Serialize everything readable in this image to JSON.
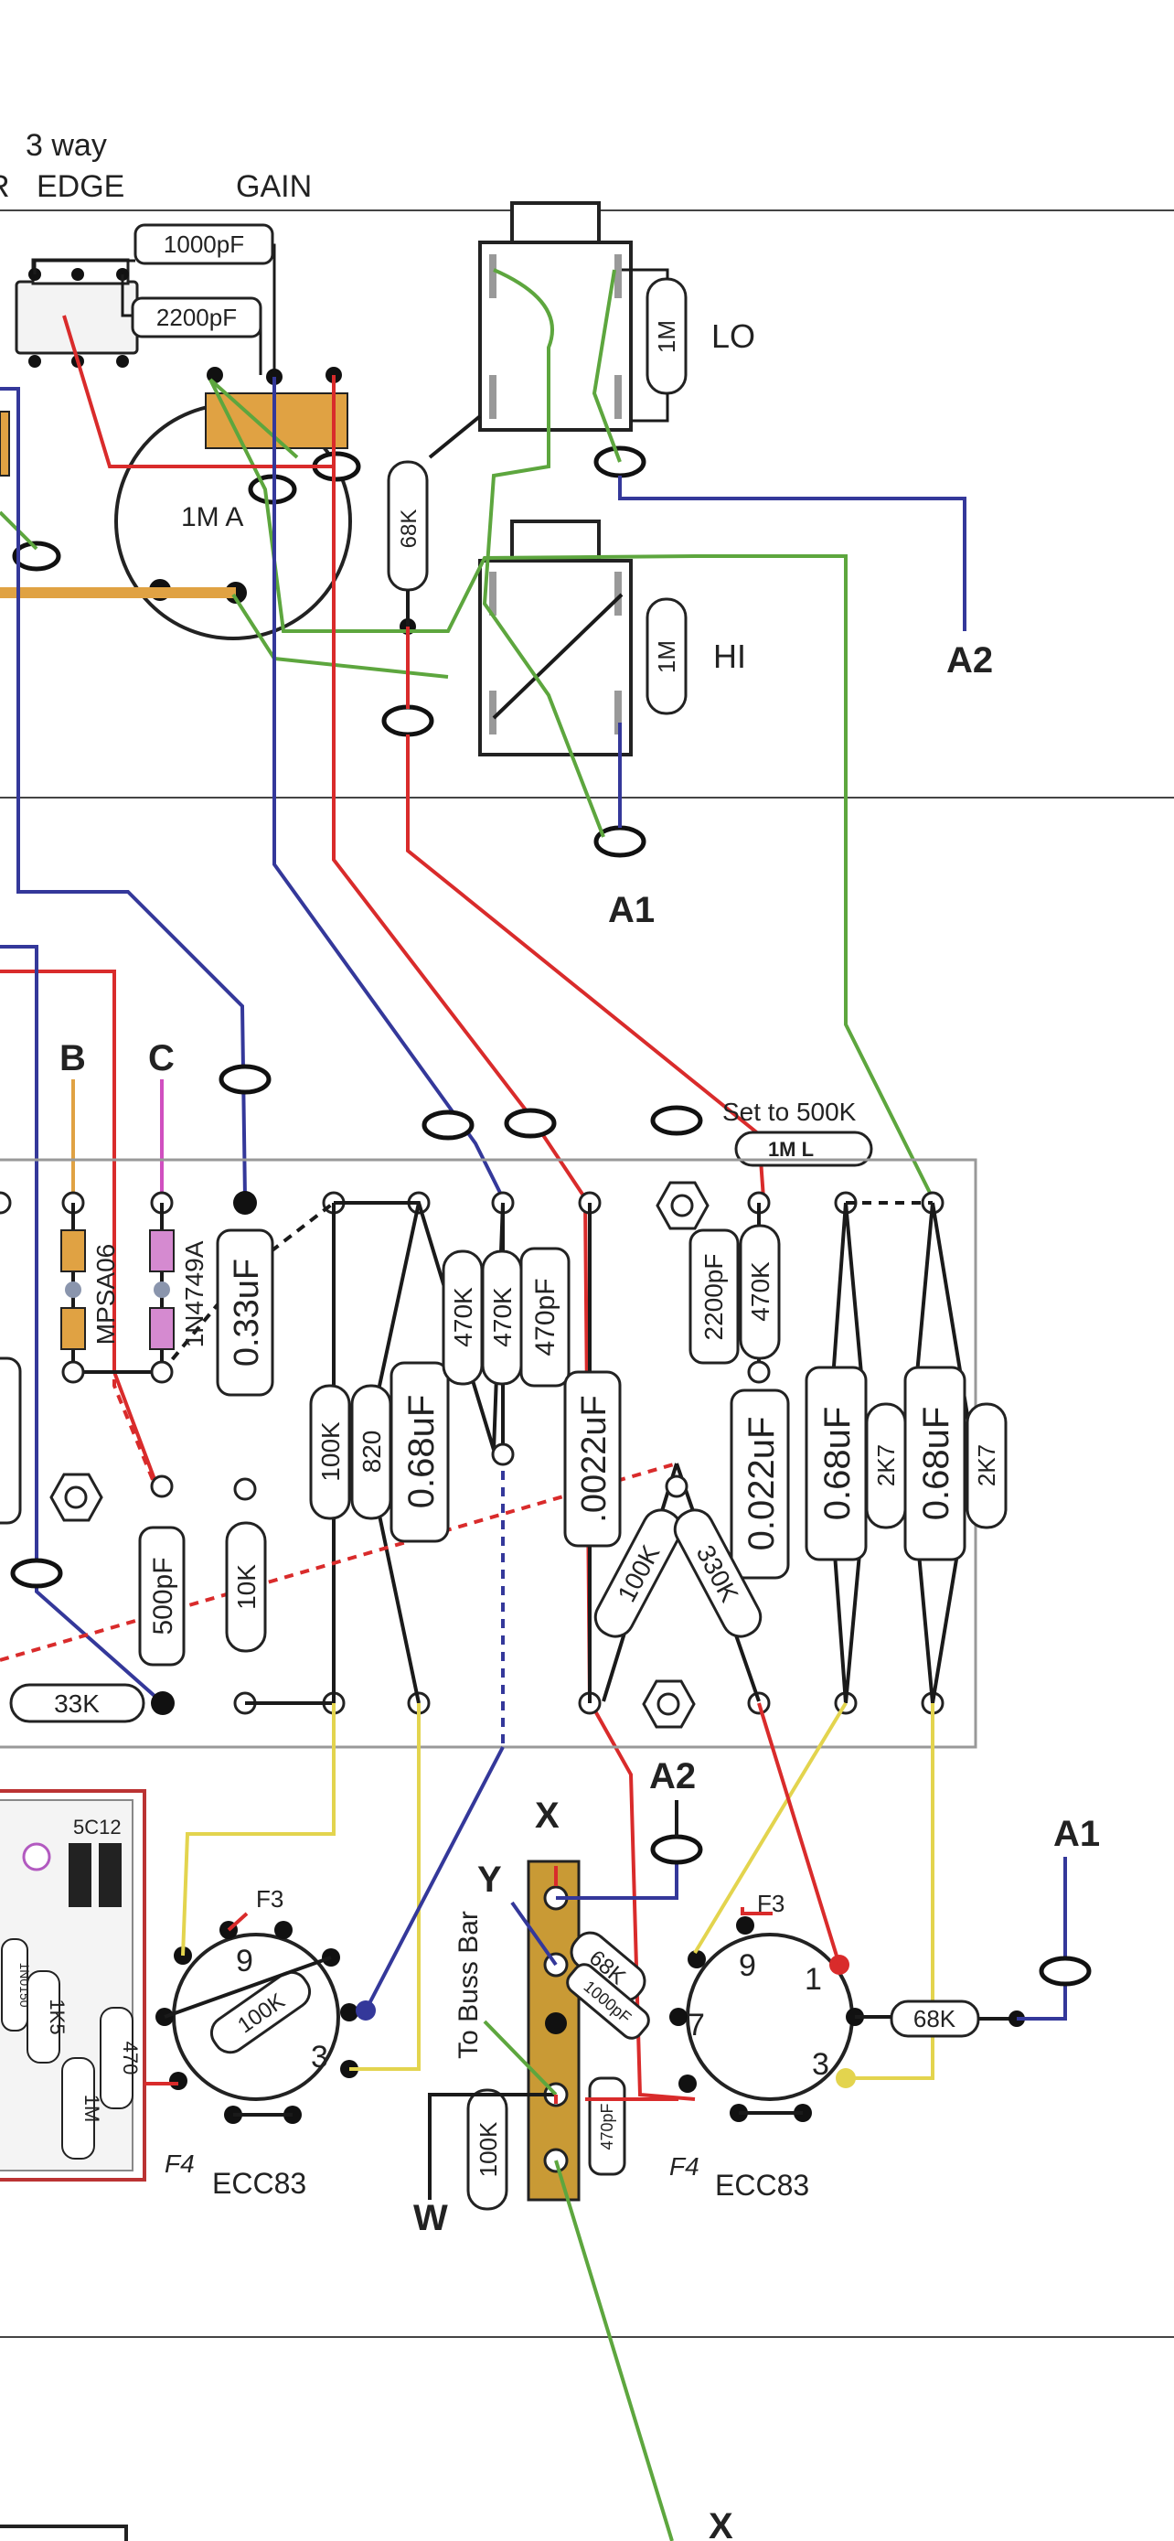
{
  "header": {
    "switch_top": "3 way",
    "switch_bottom": "EDGE",
    "gain": "GAIN",
    "cut_letter": "R"
  },
  "jacks": {
    "lo": "LO",
    "hi": "HI"
  },
  "connections": {
    "a1": "A1",
    "a2": "A2",
    "b": "B",
    "c": "C",
    "x": "X",
    "y": "Y",
    "w": "W",
    "buss_bar": "To Buss Bar"
  },
  "pot": {
    "gain_pot": "1M A",
    "trim_note": "Set to 500K",
    "trim_pot": "1M L"
  },
  "tubes": {
    "v1": {
      "name": "ECC83",
      "f3": "F3",
      "f4": "F4",
      "pin9": "9",
      "pin3": "3"
    },
    "v2": {
      "name": "ECC83",
      "f3": "F3",
      "f4": "F4",
      "pin9": "9",
      "pin1": "1",
      "pin7": "7",
      "pin3": "3"
    },
    "side_board": "5C12"
  },
  "components": {
    "c1000pF_top": "1000pF",
    "c2200pF_top": "2200pF",
    "r1M_lo": "1M",
    "r1M_hi": "1M",
    "r68K_jack": "68K",
    "mpsa06": "MPSA06",
    "zener": "1N4749A",
    "c033uF": "0.33uF",
    "c500pF": "500pF",
    "r10K": "10K",
    "r33K": "33K",
    "r100K_a": "100K",
    "r820": "820",
    "c068uF_a": "0.68uF",
    "r470K_a": "470K",
    "r470K_b": "470K",
    "c470pF": "470pF",
    "c0022uF_a": ".0022uF",
    "c2200pF_b": "2200pF",
    "r470K_c": "470K",
    "c0022uF_b": "0.022uF",
    "r100K_b": "100K",
    "r330K": "330K",
    "c068uF_b": "0.68uF",
    "r2K7_a": "2K7",
    "c068uF_c": "0.68uF",
    "r2K7_b": "2K7",
    "r100K_tube": "100K",
    "r68K_bus": "68K",
    "c1000pF_bus": "1000pF",
    "r100K_bus": "100K",
    "c470pF_bus": "470pF",
    "r68K_a1": "68K",
    "side_1n": "1N0150",
    "side_1k5": "1K5",
    "side_470": "470",
    "side_1m": "1M"
  },
  "colors": {
    "red": "#d92b2b",
    "blue": "#34389a",
    "green": "#5da63e",
    "yellow": "#e3d44e",
    "black": "#1a1a1a",
    "orange": "#e0a243",
    "magenta": "#d04fc0",
    "buss": "#c99a35"
  }
}
